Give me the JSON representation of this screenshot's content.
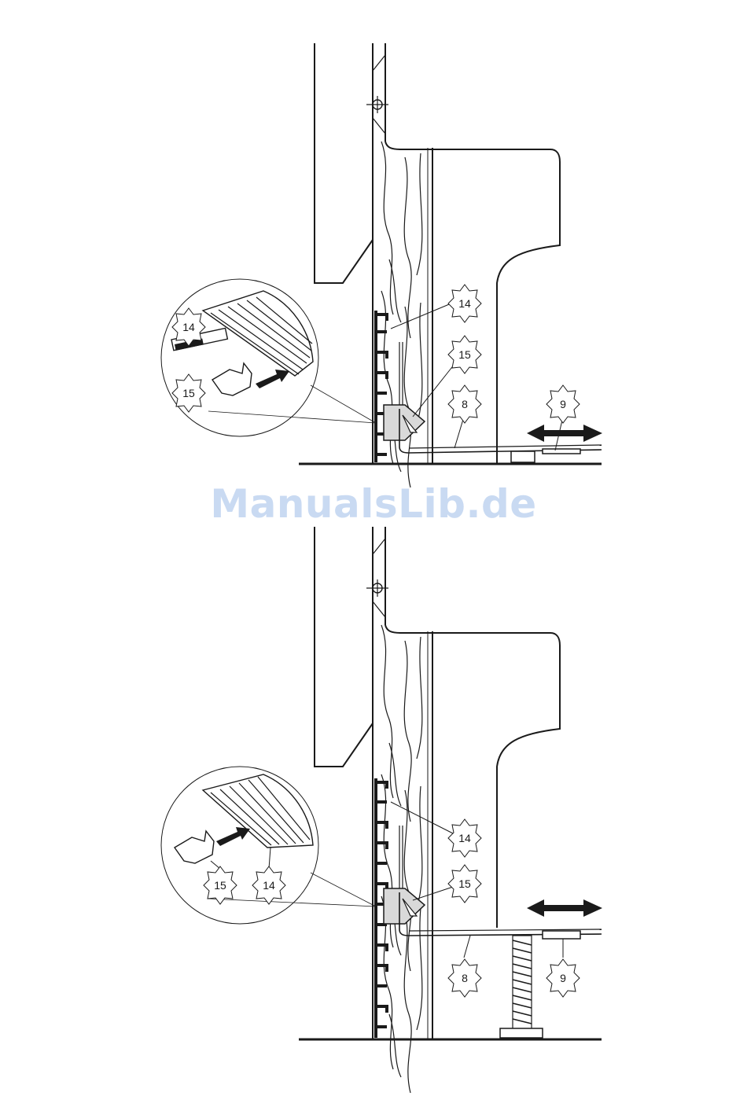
{
  "watermark": "ManualsLib.de",
  "figures": [
    {
      "id": "top",
      "labels": {
        "rail": "14",
        "clip": "15",
        "bracket": "8",
        "foot": "9"
      },
      "detail": {
        "rail": "14",
        "clip": "15"
      }
    },
    {
      "id": "bottom",
      "labels": {
        "rail": "14",
        "clip": "15",
        "bracket": "8",
        "foot": "9"
      },
      "detail": {
        "rail": "14",
        "clip": "15"
      }
    }
  ],
  "colors": {
    "line": "#1a1a1a",
    "part": "#d9d9d9",
    "watermark": "#c9daf2"
  },
  "icons": [
    "double-arrow-icon",
    "insert-arrow-icon",
    "callout-star-icon"
  ]
}
